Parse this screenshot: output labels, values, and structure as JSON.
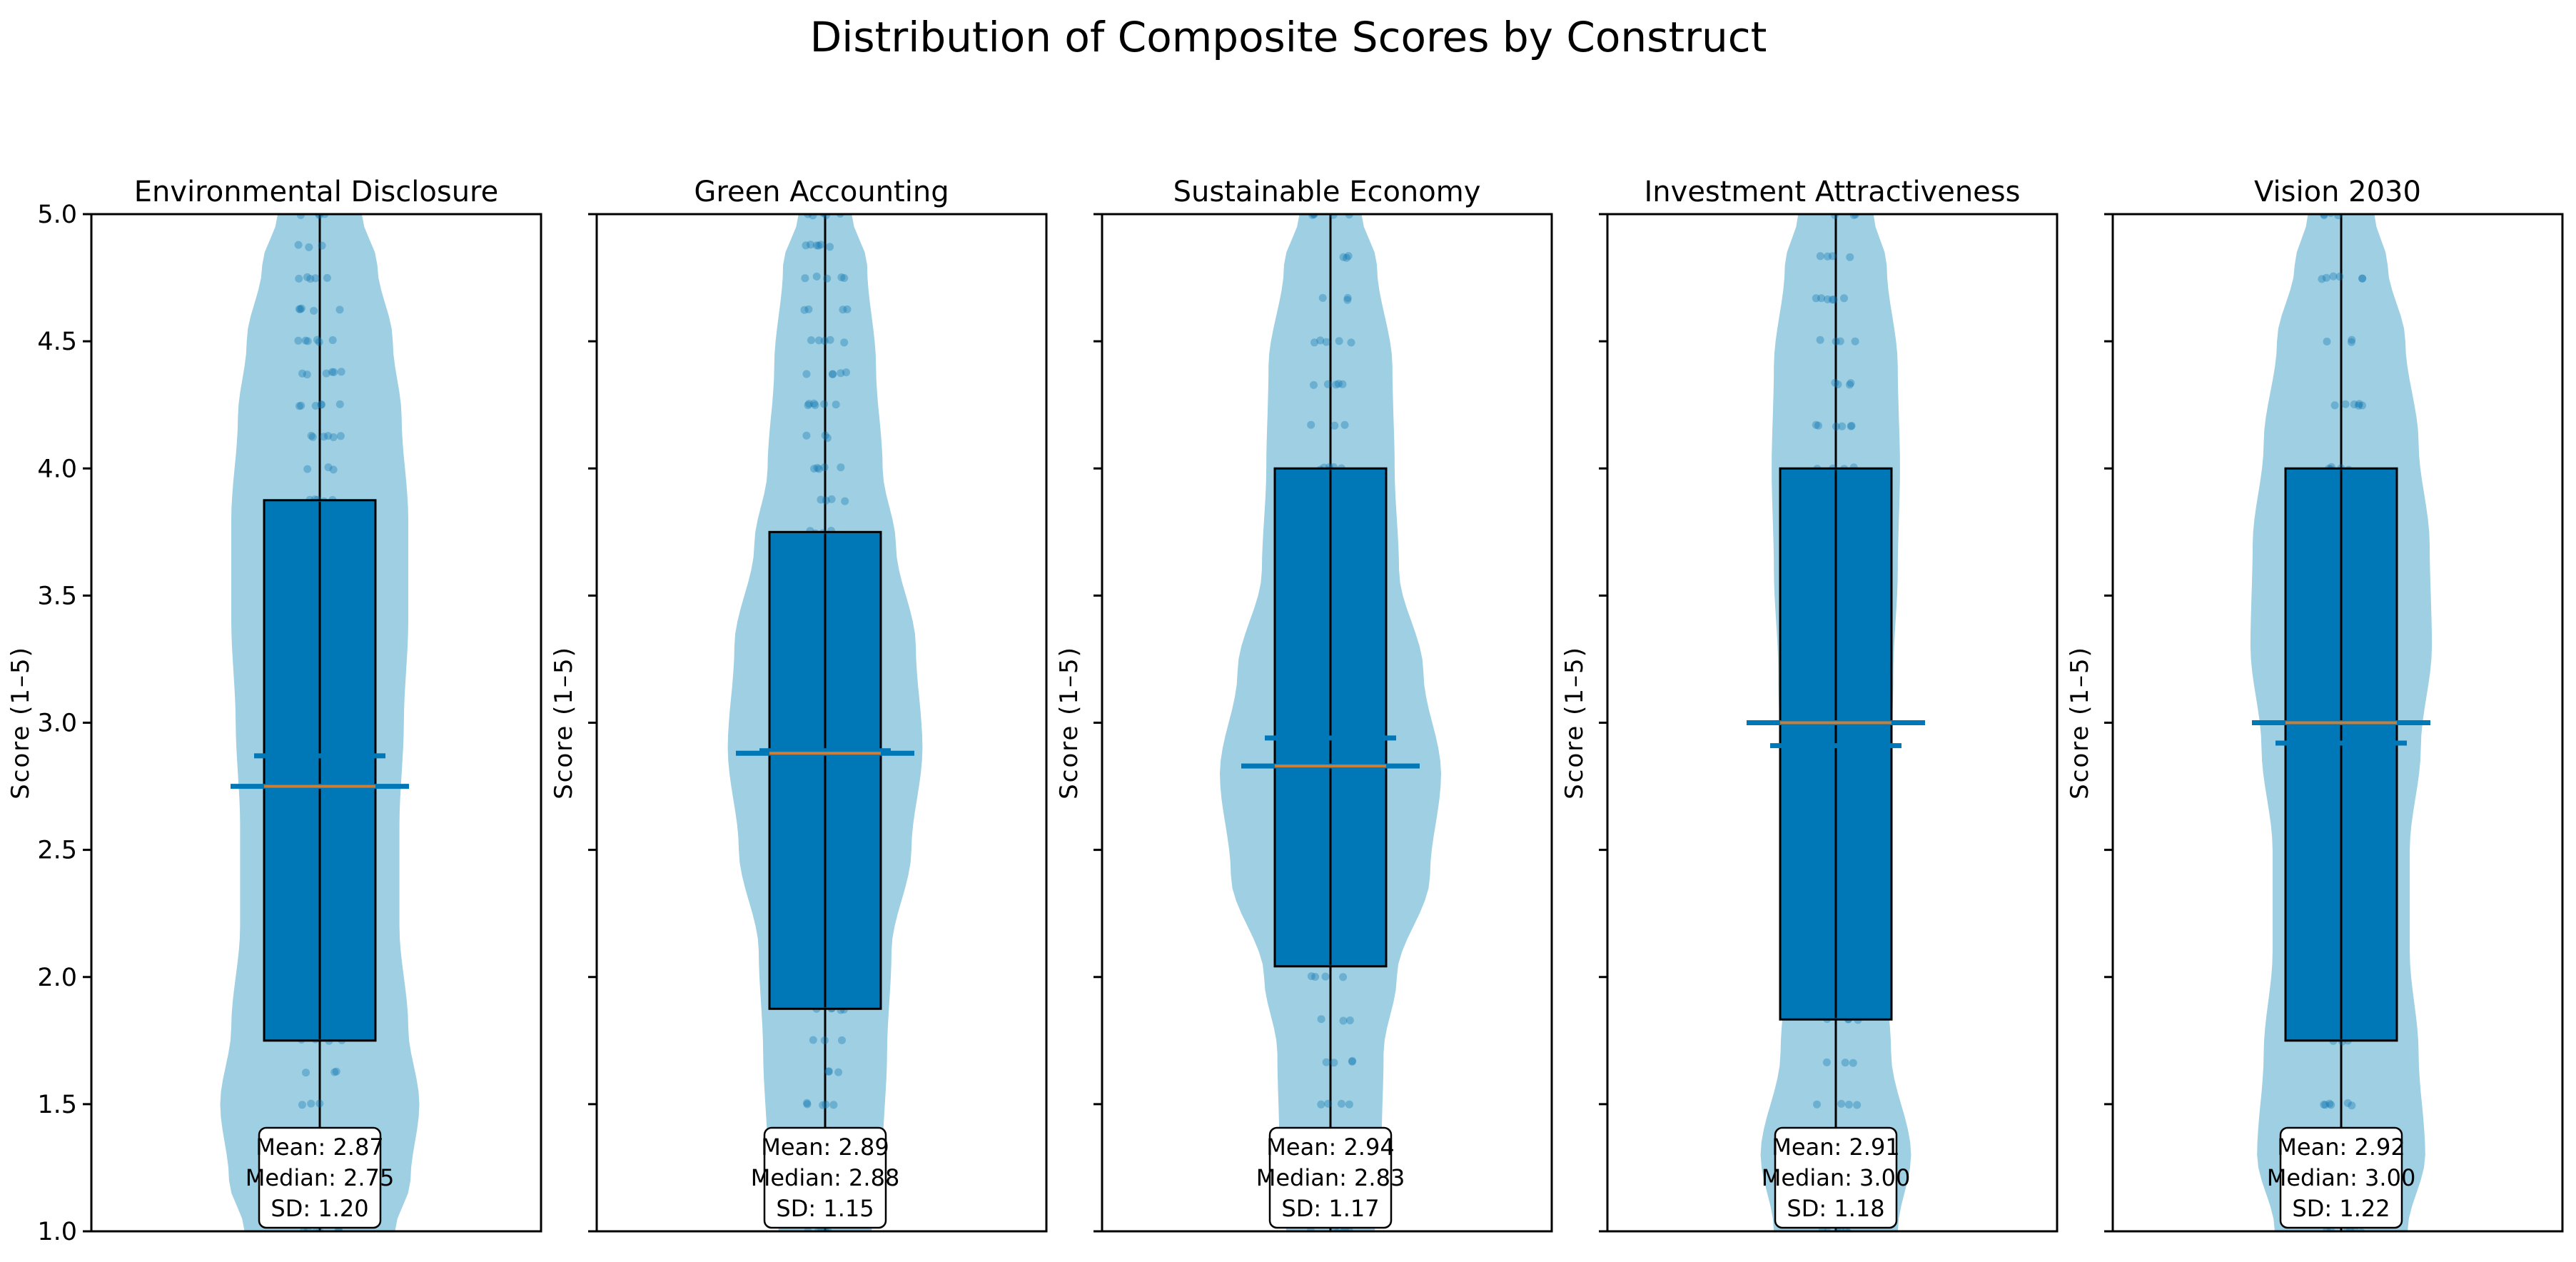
{
  "chart_data": {
    "type": "violin",
    "title": "Distribution of Composite Scores by Construct",
    "ylabel": "Score (1–5)",
    "ylim": [
      1.0,
      5.0
    ],
    "yticks": [
      "1.0",
      "1.5",
      "2.0",
      "2.5",
      "3.0",
      "3.5",
      "4.0",
      "4.5",
      "5.0"
    ],
    "colors": {
      "violin": "#9ecfe3",
      "box": "#0077b6",
      "box_edge": "#000000",
      "median_line": "#c87f3a",
      "mean_bar": "#0077b6",
      "points": "#0b74b0"
    },
    "panels": [
      {
        "title": "Environmental Disclosure",
        "stats": {
          "mean": 2.87,
          "median": 2.75,
          "sd": 1.2
        },
        "stats_text": {
          "mean": "Mean: 2.87",
          "median": "Median: 2.75",
          "sd": "SD: 1.20"
        },
        "box": {
          "q1": 1.75,
          "q3": 3.875
        },
        "violin_profile": [
          [
            1.0,
            0.68
          ],
          [
            1.2,
            0.82
          ],
          [
            1.5,
            0.9
          ],
          [
            1.8,
            0.8
          ],
          [
            2.2,
            0.72
          ],
          [
            2.6,
            0.72
          ],
          [
            3.0,
            0.76
          ],
          [
            3.4,
            0.8
          ],
          [
            3.8,
            0.8
          ],
          [
            4.2,
            0.74
          ],
          [
            4.5,
            0.66
          ],
          [
            4.8,
            0.52
          ],
          [
            5.0,
            0.38
          ]
        ],
        "points": [
          1.0,
          1.5,
          1.625,
          1.75,
          3.875,
          4.0,
          4.125,
          4.25,
          4.375,
          4.5,
          4.625,
          4.75,
          4.875,
          5.0
        ]
      },
      {
        "title": "Green Accounting",
        "stats": {
          "mean": 2.89,
          "median": 2.88,
          "sd": 1.15
        },
        "stats_text": {
          "mean": "Mean: 2.89",
          "median": "Median: 2.88",
          "sd": "SD: 1.15"
        },
        "box": {
          "q1": 1.875,
          "q3": 3.75
        },
        "violin_profile": [
          [
            1.0,
            0.42
          ],
          [
            1.3,
            0.52
          ],
          [
            1.7,
            0.56
          ],
          [
            2.1,
            0.6
          ],
          [
            2.5,
            0.78
          ],
          [
            2.9,
            0.88
          ],
          [
            3.3,
            0.82
          ],
          [
            3.7,
            0.64
          ],
          [
            4.0,
            0.52
          ],
          [
            4.4,
            0.46
          ],
          [
            4.8,
            0.38
          ],
          [
            5.0,
            0.24
          ]
        ],
        "points": [
          1.0,
          1.125,
          1.25,
          1.375,
          1.5,
          1.625,
          1.75,
          1.875,
          3.75,
          3.875,
          4.0,
          4.125,
          4.25,
          4.375,
          4.5,
          4.625,
          4.75,
          4.875,
          5.0
        ]
      },
      {
        "title": "Sustainable Economy",
        "stats": {
          "mean": 2.94,
          "median": 2.83,
          "sd": 1.17
        },
        "stats_text": {
          "mean": "Mean: 2.94",
          "median": "Median: 2.83",
          "sd": "SD: 1.17"
        },
        "box": {
          "q1": 2.042,
          "q3": 4.0
        },
        "violin_profile": [
          [
            1.0,
            0.4
          ],
          [
            1.3,
            0.46
          ],
          [
            1.7,
            0.48
          ],
          [
            2.0,
            0.6
          ],
          [
            2.4,
            0.9
          ],
          [
            2.8,
            1.0
          ],
          [
            3.2,
            0.84
          ],
          [
            3.6,
            0.62
          ],
          [
            4.0,
            0.58
          ],
          [
            4.4,
            0.56
          ],
          [
            4.8,
            0.42
          ],
          [
            5.0,
            0.28
          ]
        ],
        "points": [
          1.0,
          1.167,
          1.333,
          1.5,
          1.667,
          1.833,
          2.0,
          4.0,
          4.167,
          4.333,
          4.5,
          4.667,
          4.833,
          5.0
        ]
      },
      {
        "title": "Investment Attractiveness",
        "stats": {
          "mean": 2.91,
          "median": 3.0,
          "sd": 1.18
        },
        "stats_text": {
          "mean": "Mean: 2.91",
          "median": "Median: 3.00",
          "sd": "SD: 1.18"
        },
        "box": {
          "q1": 1.833,
          "q3": 4.0
        },
        "violin_profile": [
          [
            1.0,
            0.56
          ],
          [
            1.3,
            0.68
          ],
          [
            1.7,
            0.5
          ],
          [
            2.0,
            0.46
          ],
          [
            2.4,
            0.46
          ],
          [
            2.8,
            0.5
          ],
          [
            3.2,
            0.52
          ],
          [
            3.6,
            0.56
          ],
          [
            4.0,
            0.58
          ],
          [
            4.4,
            0.56
          ],
          [
            4.8,
            0.46
          ],
          [
            5.0,
            0.34
          ]
        ],
        "points": [
          1.0,
          1.167,
          1.333,
          1.5,
          1.667,
          1.833,
          4.0,
          4.167,
          4.333,
          4.5,
          4.667,
          4.833,
          5.0
        ]
      },
      {
        "title": "Vision 2030",
        "stats": {
          "mean": 2.92,
          "median": 3.0,
          "sd": 1.22
        },
        "stats_text": {
          "mean": "Mean: 2.92",
          "median": "Median: 3.00",
          "sd": "SD: 1.22"
        },
        "box": {
          "q1": 1.75,
          "q3": 4.0
        },
        "violin_profile": [
          [
            1.0,
            0.6
          ],
          [
            1.3,
            0.76
          ],
          [
            1.7,
            0.7
          ],
          [
            2.1,
            0.62
          ],
          [
            2.5,
            0.62
          ],
          [
            2.9,
            0.72
          ],
          [
            3.3,
            0.82
          ],
          [
            3.7,
            0.8
          ],
          [
            4.1,
            0.7
          ],
          [
            4.5,
            0.58
          ],
          [
            4.8,
            0.42
          ],
          [
            5.0,
            0.3
          ]
        ],
        "points": [
          1.0,
          1.5,
          1.75,
          4.0,
          4.25,
          4.5,
          4.75,
          5.0
        ]
      }
    ]
  }
}
